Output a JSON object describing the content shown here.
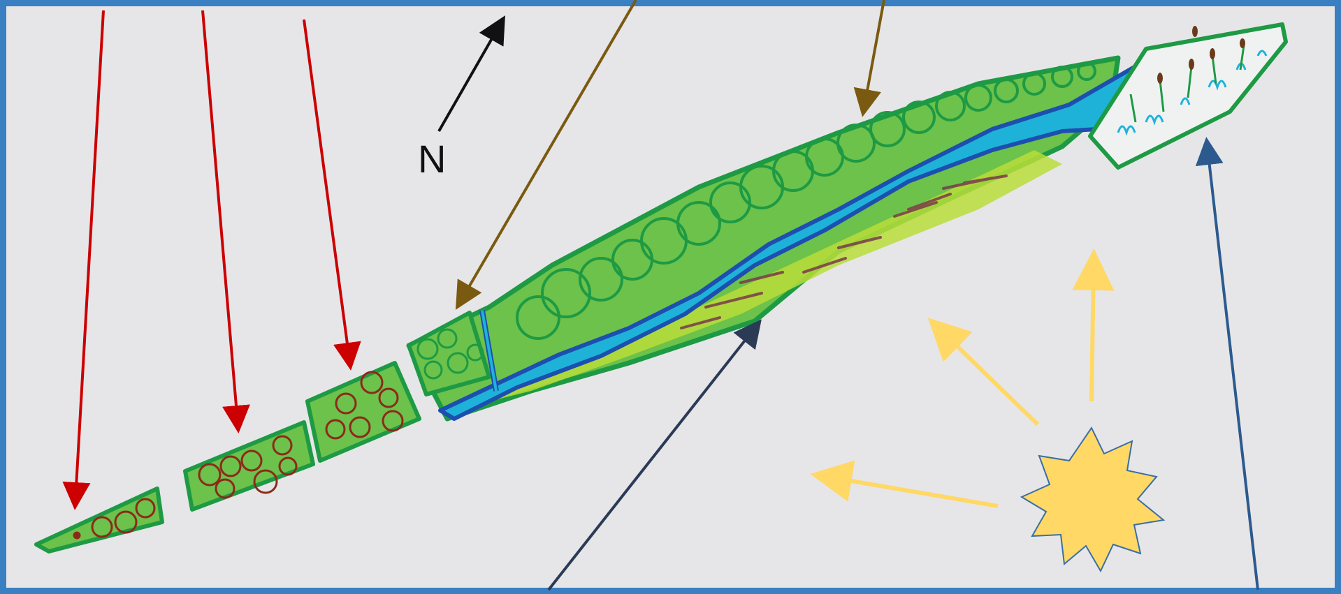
{
  "compass": {
    "label": "N"
  },
  "colors": {
    "frame": "#3a7fc1",
    "paper": "#e6e6e8",
    "vegetable_bed_arrows": "#cc0000",
    "woodland_arrows": "#7a5a10",
    "meadow_arrow": "#2b3a55",
    "reedbed_arrow": "#2c5a8e",
    "sun": "#ffd866",
    "sun_rays": "#ffd866",
    "planting_green": "#4caf3c",
    "outline_green": "#1e9a44",
    "water": "#1fb2d8",
    "water_edge": "#1c4fb0"
  },
  "icons": [
    "north-arrow",
    "sun-icon",
    "tree-canopy",
    "fruit-shrub",
    "reed-clump"
  ]
}
